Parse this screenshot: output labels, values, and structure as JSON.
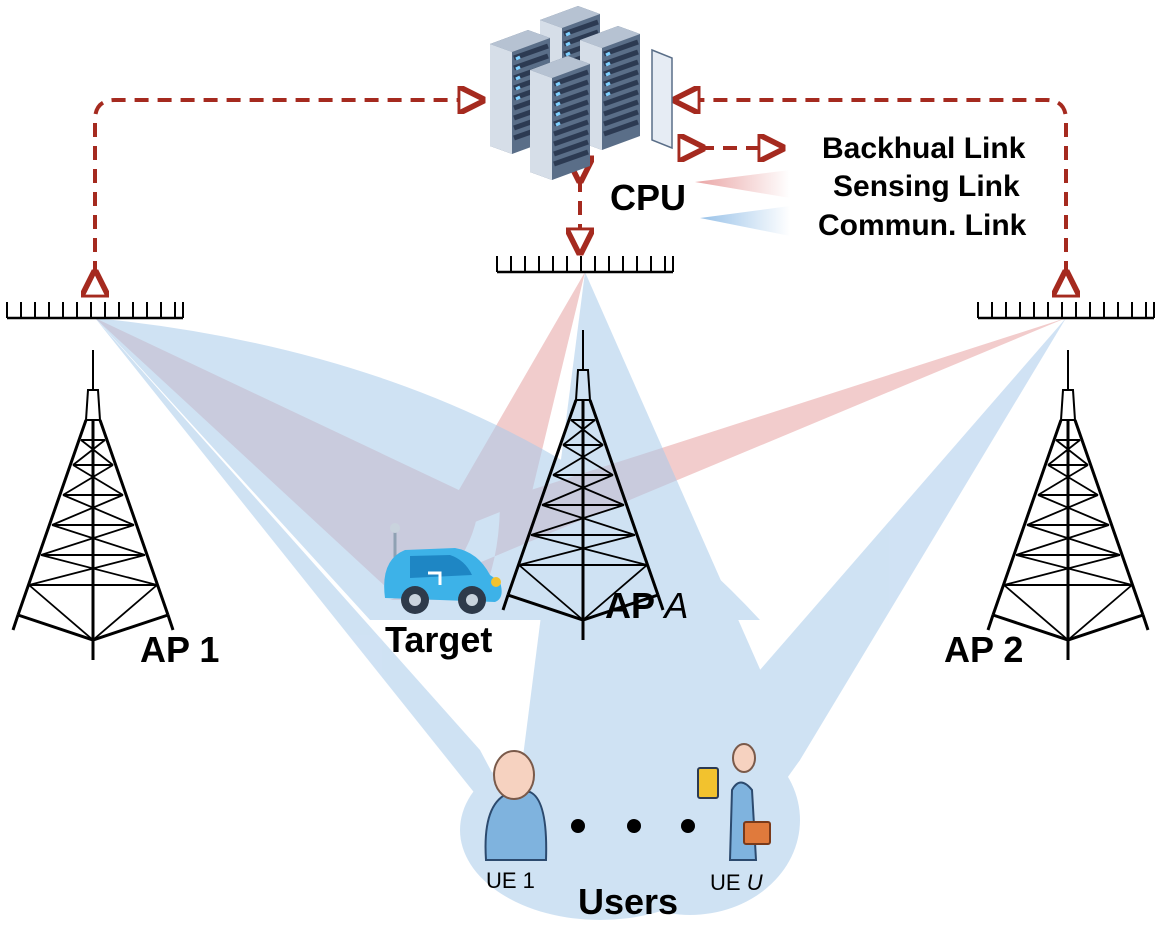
{
  "cpu": {
    "label": "CPU"
  },
  "legend": {
    "backhaul": "Backhual Link",
    "sensing": "Sensing Link",
    "commun": "Commun. Link"
  },
  "aps": {
    "ap1": "AP 1",
    "apA_prefix": "AP ",
    "apA_suffix": "A",
    "ap2": "AP 2"
  },
  "target": {
    "label": "Target"
  },
  "users": {
    "group_label": "Users",
    "ue1": "UE 1",
    "ueU_prefix": "UE ",
    "ueU_suffix": "U"
  },
  "colors": {
    "backhaul": "#A52A1F",
    "sensing": "#E8A0A0",
    "commun": "#9CC3E6",
    "car": "#3DB2E8"
  }
}
